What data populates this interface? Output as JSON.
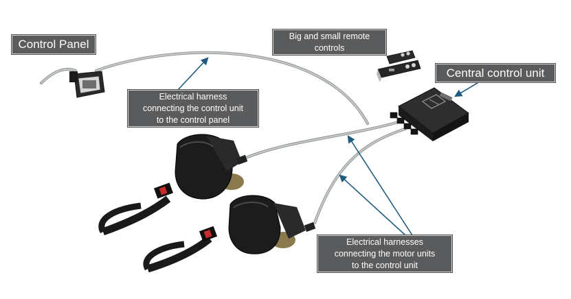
{
  "labels": {
    "control_panel": "Control Panel",
    "remote": [
      "Big and small remote",
      "controls"
    ],
    "central_unit": "Central control unit",
    "harness_panel": [
      "Electrical harness",
      "connecting the control unit",
      "to the control panel"
    ],
    "harness_motors": [
      "Electrical harnesses",
      "connecting the motor units",
      "to the control unit"
    ]
  },
  "colors": {
    "label_bg": "#5a5b5d",
    "label_text": "#ffffff",
    "arrow": "#1f5a80",
    "cable": "#b9bcbd",
    "device": "#1e1e1e"
  }
}
